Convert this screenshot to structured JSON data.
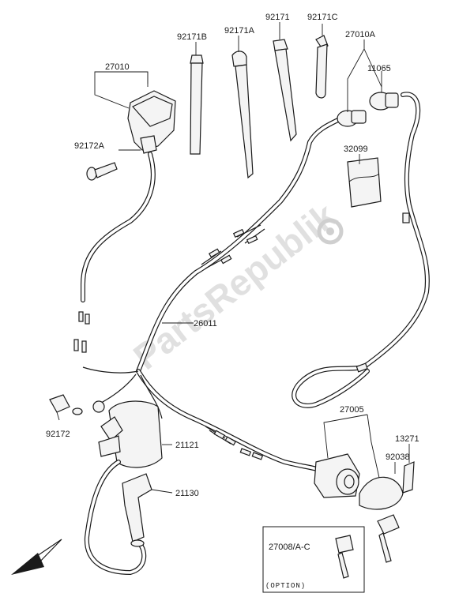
{
  "parts": {
    "p27010": "27010",
    "p92172A": "92172A",
    "p92171B": "92171B",
    "p92171A": "92171A",
    "p92171": "92171",
    "p92171C": "92171C",
    "p27010A": "27010A",
    "p11065": "11065",
    "p32099": "32099",
    "p26011": "26011",
    "p92172": "92172",
    "p21121": "21121",
    "p21130": "21130",
    "p27005": "27005",
    "p92038": "92038",
    "p13271": "13271"
  },
  "option_box": {
    "part_label": "27008/A-C",
    "caption": "(OPTION)"
  },
  "watermark": "PartsRepublik",
  "colors": {
    "line": "#1a1a1a",
    "watermark": "#d6d6d6"
  },
  "icons": {
    "direction": "front-direction-arrow-icon",
    "watermark_logo": "gear-icon"
  }
}
